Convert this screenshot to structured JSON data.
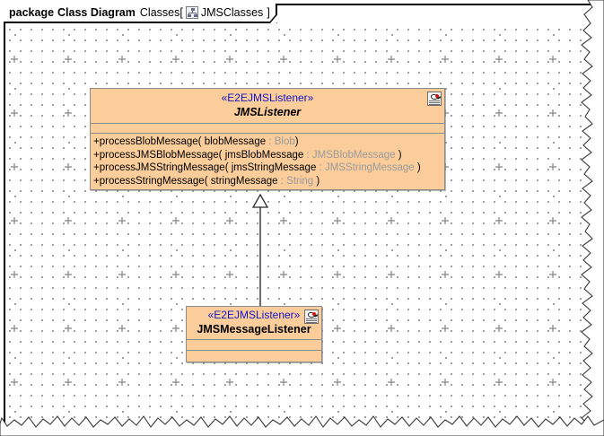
{
  "frame": {
    "keyword": "package",
    "diagram_kind": "Class Diagram",
    "name": "Classes",
    "bracket_open": "[",
    "bracket_close": "]",
    "qualifier": "JMSClasses",
    "icon": "class-diagram-icon"
  },
  "palette": {
    "class_fill": "#FBCD9B",
    "class_border": "#8C8C8C",
    "stereotype_text": "#1414C8",
    "class_name_text": "#000000",
    "param_type_text": "#9A9A9A",
    "grid_dot": "#909090",
    "frame_border": "#000000",
    "canvas_bg": "#FFFFFF"
  },
  "classes": [
    {
      "id": "jms-listener",
      "stereotype": "«E2EJMSListener»",
      "name": "JMSListener",
      "abstract": true,
      "icon": "class-stereotype-icon",
      "attributes": [],
      "operations": [
        {
          "visibility": "+",
          "name": "processBlobMessage",
          "open": "(",
          "param_name": "blobMessage",
          "colon": ":",
          "param_type": "Blob",
          "close": ")"
        },
        {
          "visibility": "+",
          "name": "processJMSBlobMessage",
          "open": "(",
          "param_name": "jmsBlobMessage",
          "colon": ":",
          "param_type": "JMSBlobMessage",
          "close": ")"
        },
        {
          "visibility": "+",
          "name": "processJMSStringMessage",
          "open": "(",
          "param_name": "jmsStringMessage",
          "colon": ":",
          "param_type": "JMSStringMessage",
          "close": ")"
        },
        {
          "visibility": "+",
          "name": "processStringMessage",
          "open": "(",
          "param_name": "stringMessage",
          "colon": ":",
          "param_type": "String",
          "close": ")"
        }
      ]
    },
    {
      "id": "jms-message-listener",
      "stereotype": "«E2EJMSListener»",
      "name": "JMSMessageListener",
      "abstract": false,
      "icon": "class-stereotype-icon",
      "attributes": [],
      "operations": []
    }
  ],
  "relationships": [
    {
      "type": "generalization",
      "source": "JMSMessageListener",
      "target": "JMSListener",
      "arrow": "hollow-triangle"
    }
  ]
}
